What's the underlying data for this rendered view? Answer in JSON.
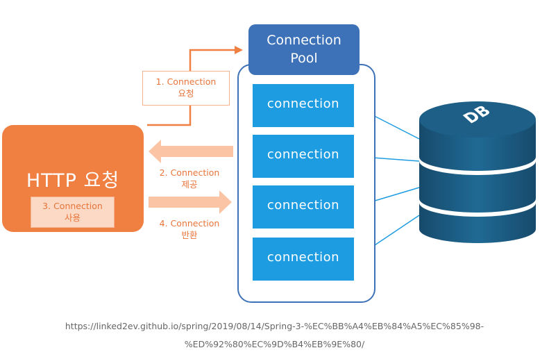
{
  "http_box": {
    "title": "HTTP 요청",
    "use_label": "3. Connection\n사용"
  },
  "steps": {
    "request": "1. Connection\n요청",
    "provide": "2. Connection\n제공",
    "return": "4. Connection\n반환"
  },
  "pool": {
    "title": "Connection\nPool",
    "connections": [
      "connection",
      "connection",
      "connection",
      "connection"
    ]
  },
  "database": {
    "label": "DB"
  },
  "caption": {
    "line1": "https://linked2ev.github.io/spring/2019/08/14/Spring-3-%EC%BB%A4%EB%84%A5%EC%85%98-",
    "line2": "%ED%92%80%EC%9D%B4%EB%9E%80/"
  },
  "colors": {
    "orange": "#f07f42",
    "light_orange": "#fbc4a5",
    "pool_blue": "#3e72b8",
    "connection_blue": "#1e9ce2",
    "db_blue": "#1f5f86"
  }
}
